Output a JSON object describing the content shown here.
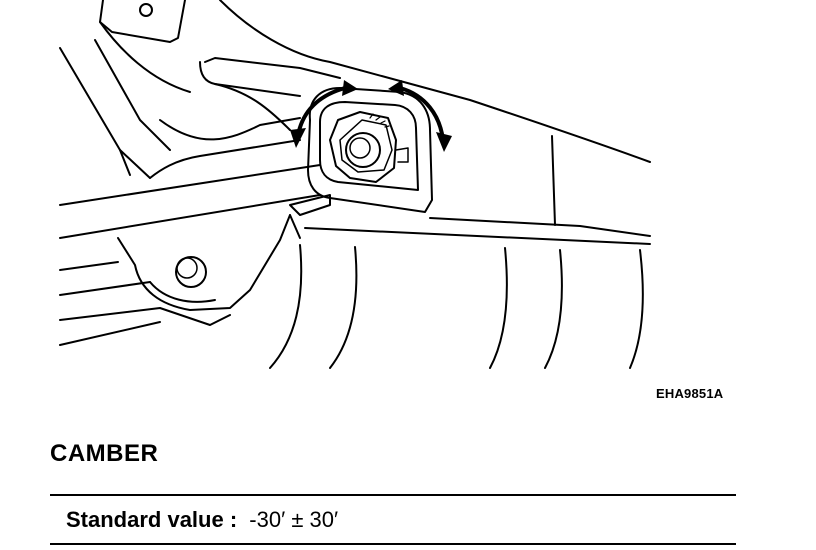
{
  "figure": {
    "code": "EHA9851A",
    "icons": [
      "cam-bolt-icon",
      "rotation-arrow-icon",
      "nut-icon",
      "bolt-head-icon"
    ]
  },
  "section": {
    "title": "CAMBER"
  },
  "spec": {
    "label": "Standard value :",
    "value": "-30′ ± 30′"
  }
}
